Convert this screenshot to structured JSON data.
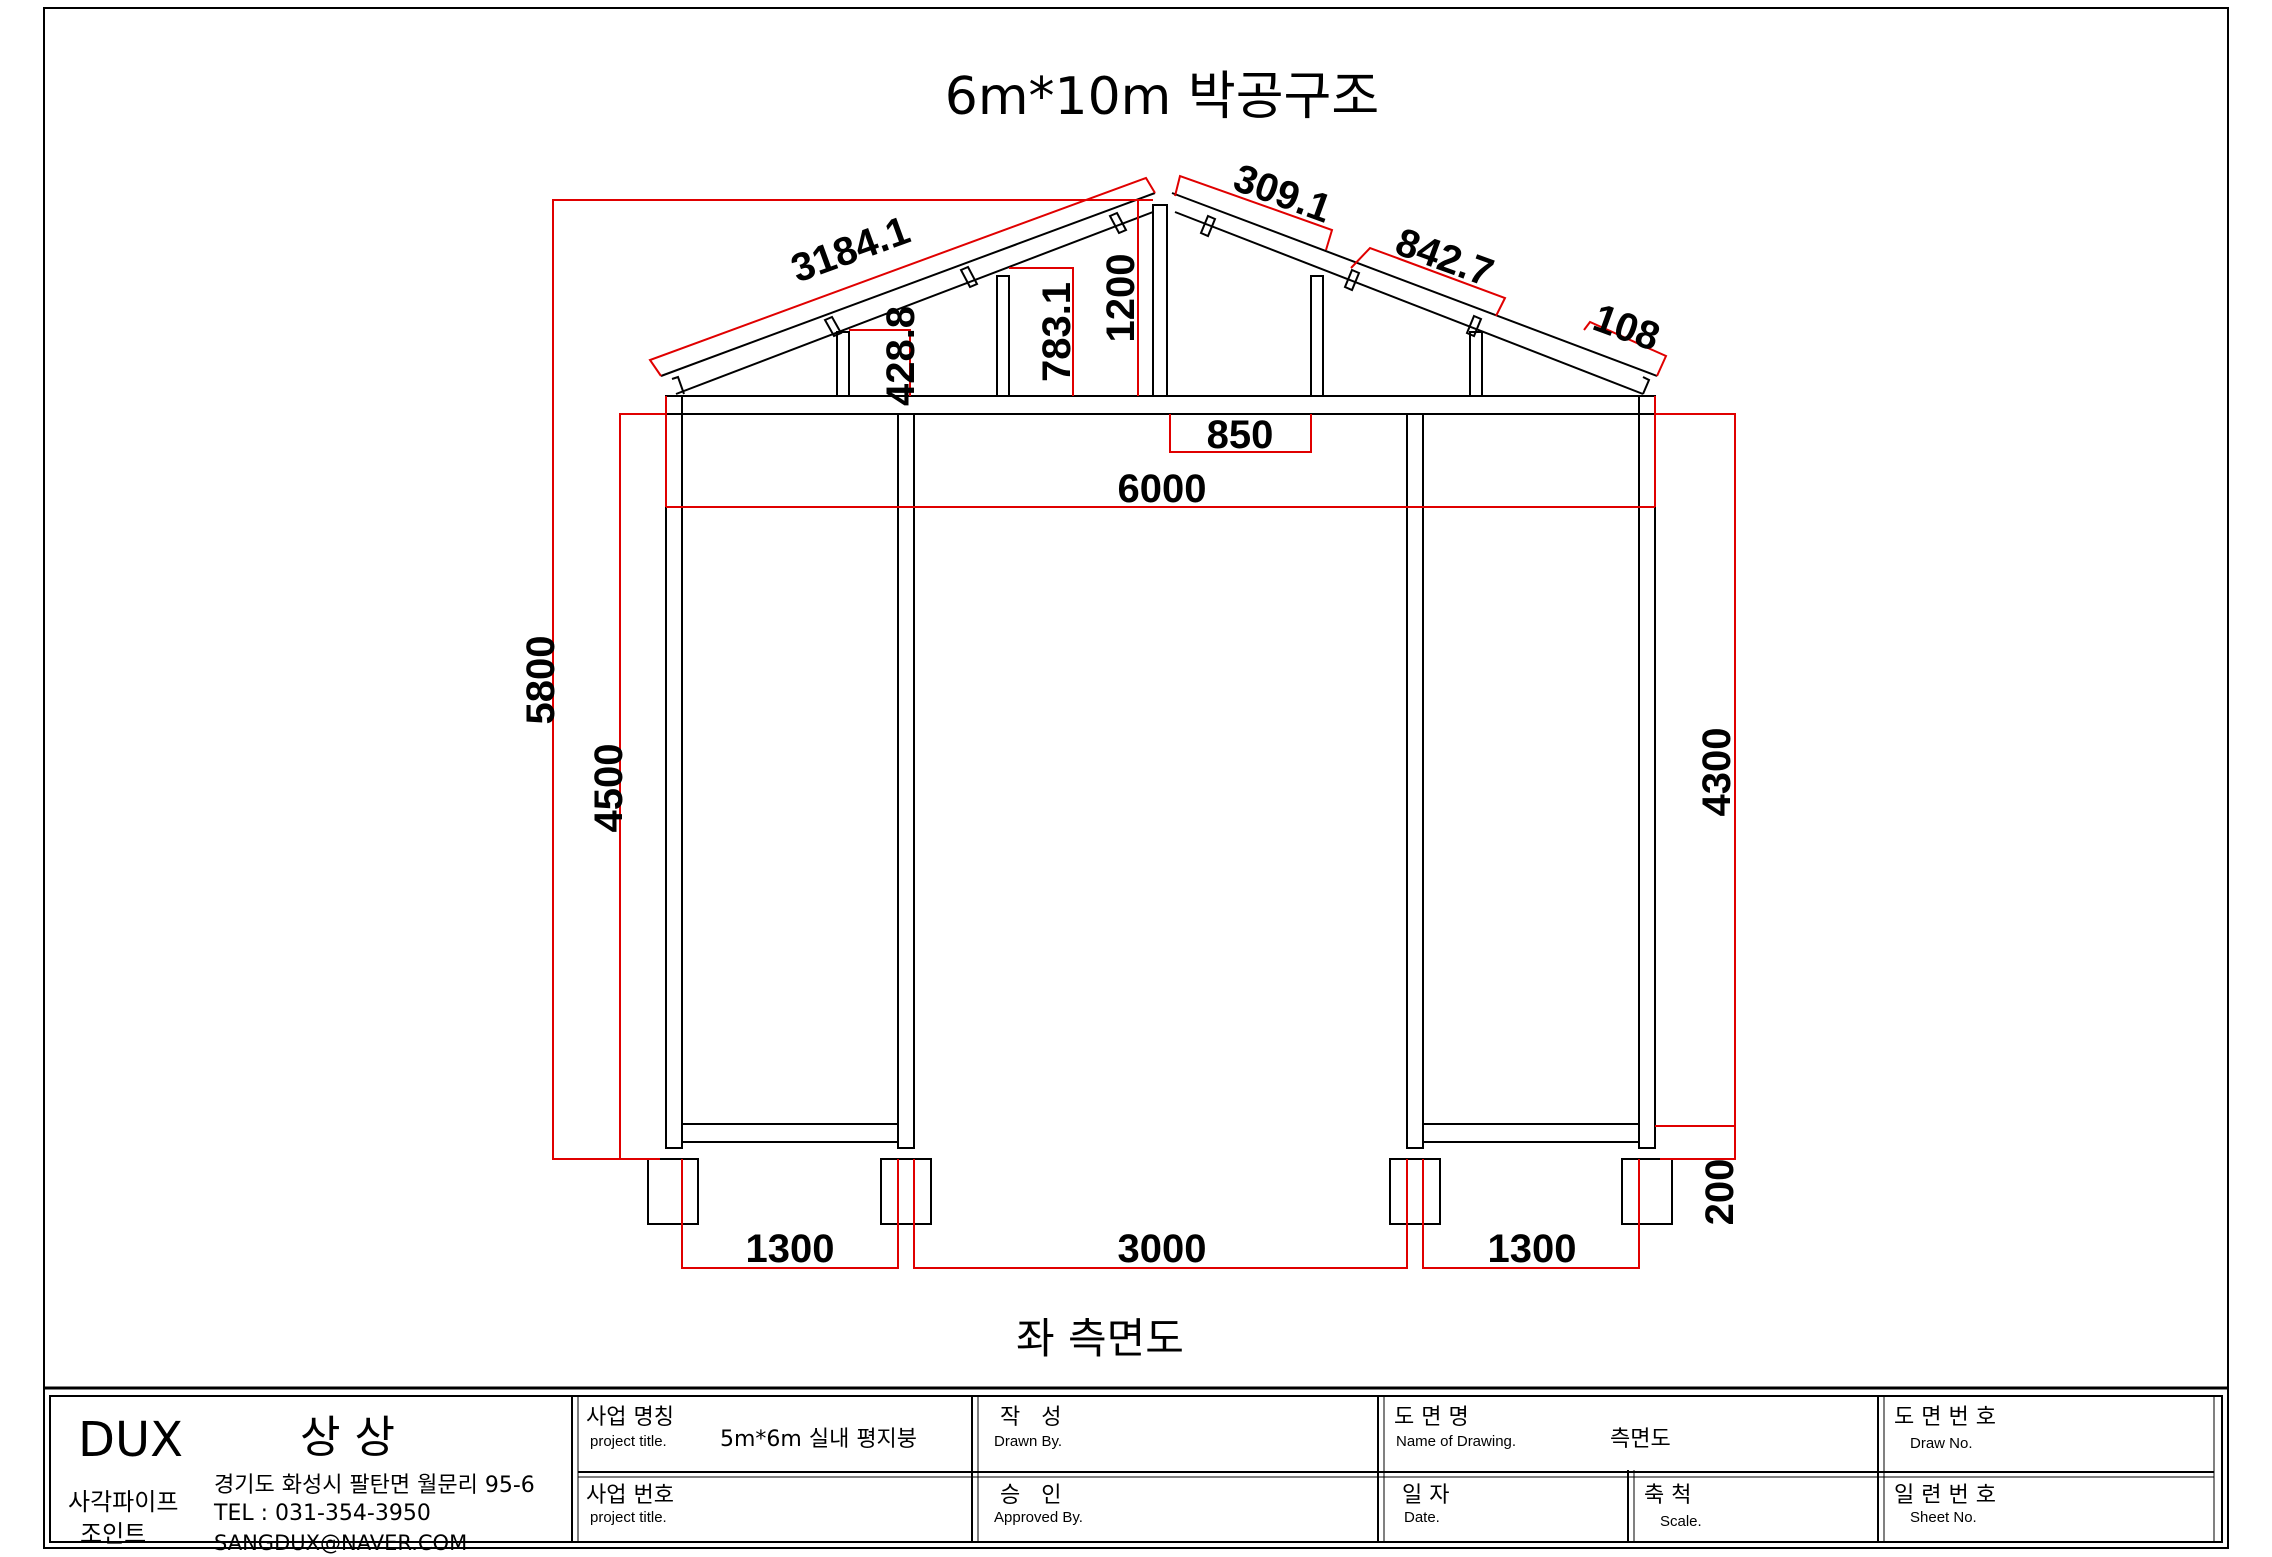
{
  "drawing": {
    "title": "6m*10m 박공구조",
    "view_name": "좌 측면도",
    "dimensions": {
      "rafter_length": "3184.1",
      "top_segment": "309.1",
      "rafter_mid": "842.7",
      "eave_seg": "108",
      "king_post": "1200",
      "post_mid": "783.1",
      "post_short": "428.8",
      "ridge_span": "850",
      "total_width": "6000",
      "total_height": "5800",
      "left_wall_height": "4500",
      "right_wall_height": "4300",
      "footing": "200",
      "bay_left": "1300",
      "bay_center": "3000",
      "bay_right": "1300"
    }
  },
  "title_block": {
    "company_logo": "DUX",
    "company_name": "상 상",
    "company_type_line1": "사각파이프",
    "company_type_line2": "조인트",
    "address": "경기도 화성시 팔탄면 월문리 95-6",
    "tel": "TEL : 031-354-3950",
    "email": "SANGDUX@NAVER.COM",
    "project_name_label": "사업 명칭",
    "project_name_sub": "project title.",
    "project_name_value": "5m*6m 실내 평지붕",
    "project_no_label": "사업 번호",
    "project_no_sub": "project title.",
    "drawn_label": "작   성",
    "drawn_sub": "Drawn By.",
    "approved_label": "승   인",
    "approved_sub": "Approved By.",
    "drawing_name_label": "도 면 명",
    "drawing_name_sub": "Name of Drawing.",
    "drawing_name_value": "측면도",
    "date_label": "일 자",
    "date_sub": "Date.",
    "scale_label": "축 척",
    "scale_sub": "Scale.",
    "draw_no_label": "도 면 번 호",
    "draw_no_sub": "Draw No.",
    "sheet_no_label": "일 련 번 호",
    "sheet_no_sub": "Sheet No."
  },
  "colors": {
    "dimension_line": "#e00000",
    "structure_line": "#000000"
  }
}
